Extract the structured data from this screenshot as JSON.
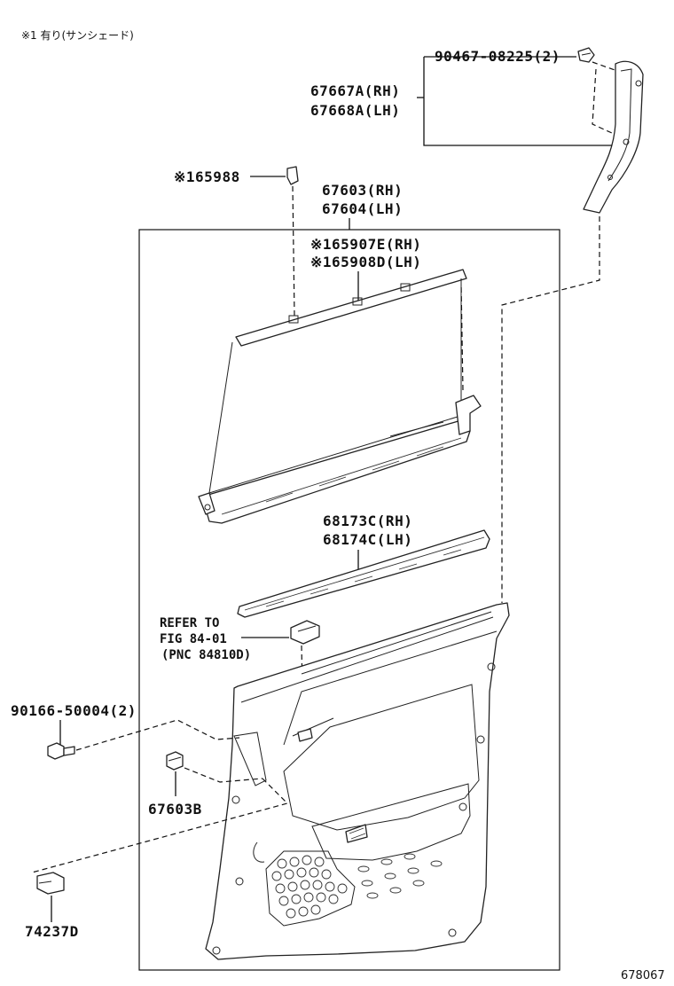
{
  "note": "※1 有り(サンシェード)",
  "diagram_code": "678067",
  "labels": {
    "p90467": "90467-08225(2)",
    "p67667a": "67667A(RH)",
    "p67668a": "67668A(LH)",
    "p65988": "※165988",
    "p67603": "67603(RH)",
    "p67604": "67604(LH)",
    "p65907e": "※165907E(RH)",
    "p65908d": "※165908D(LH)",
    "p68173c": "68173C(RH)",
    "p68174c": "68174C(LH)",
    "refer1": "REFER TO",
    "refer2": "FIG 84-01",
    "refer3": "(PNC 84810D)",
    "p90166": "90166-50004(2)",
    "p67603b": "67603B",
    "p74237d": "74237D"
  }
}
